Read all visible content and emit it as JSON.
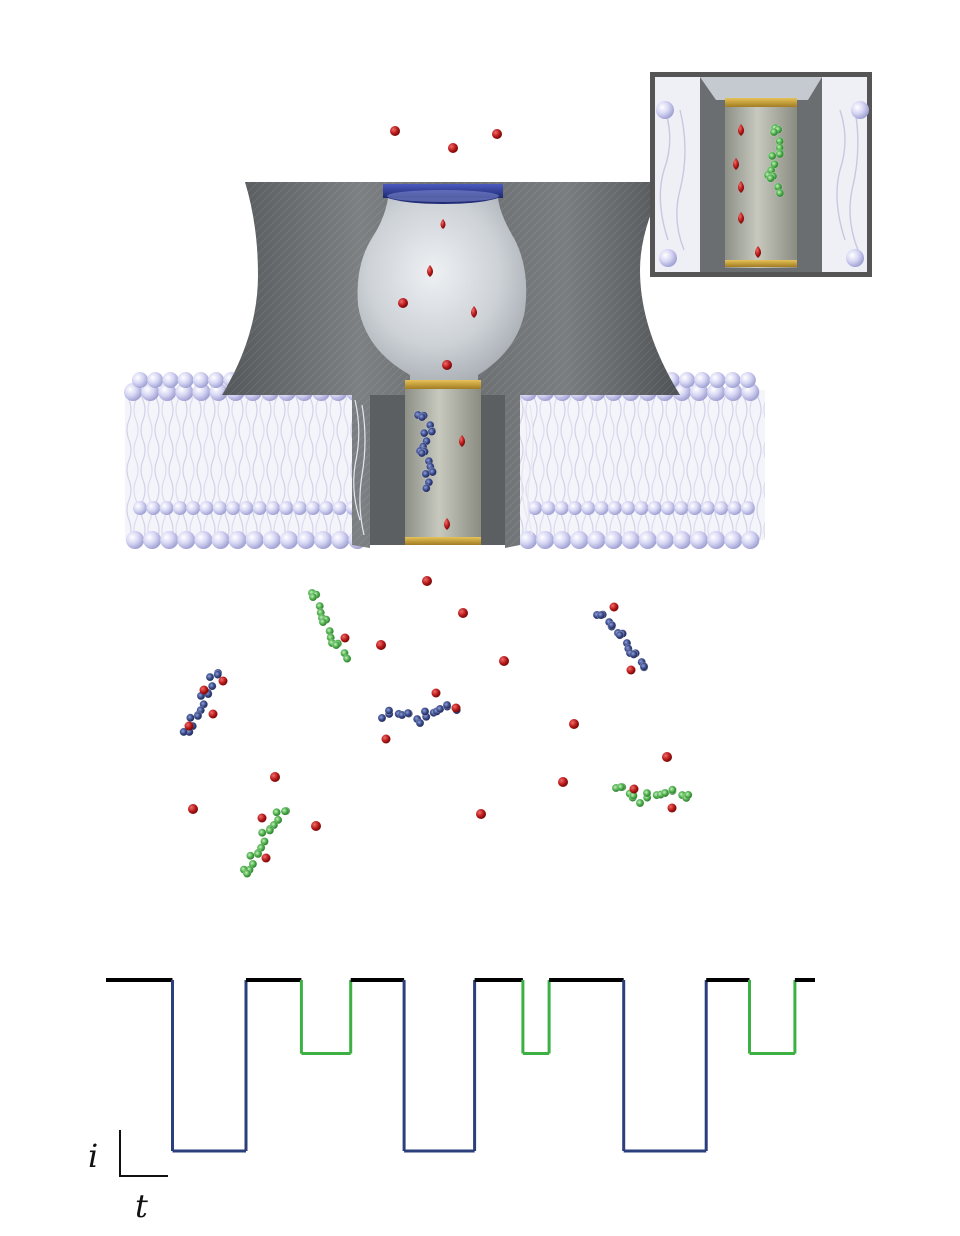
{
  "axis_labels": {
    "current": "i",
    "time": "t"
  },
  "colors": {
    "background": "#ffffff",
    "pore_body": "#6b6e6f",
    "pore_dark": "#4b4e50",
    "vestibule": "#c9ced3",
    "barrel": "#a9ab9f",
    "ring_top": "#2c3a8e",
    "ring_gold": "#c9a23a",
    "lipid_head": "#c8c8ee",
    "lipid_tail": "#dcdcef",
    "ion": "#b01515",
    "analyte_blue": "#35457f",
    "analyte_green": "#4aa84a",
    "trace_open": "#000000",
    "trace_blue": "#2b3f7c",
    "trace_green": "#3cb043"
  },
  "icons": [
    "nanopore-cross-section",
    "lipid-bilayer",
    "ion-particle",
    "blue-analyte-molecule",
    "green-analyte-molecule",
    "inset-pore-view",
    "current-trace"
  ],
  "current_trace": {
    "levels": {
      "open": 1.0,
      "blue_block": 0.0,
      "green_block": 0.57
    },
    "segments": [
      {
        "state": "open",
        "duration": 66
      },
      {
        "state": "blue_block",
        "duration": 73
      },
      {
        "state": "open",
        "duration": 55
      },
      {
        "state": "green_block",
        "duration": 49
      },
      {
        "state": "open",
        "duration": 53
      },
      {
        "state": "blue_block",
        "duration": 70
      },
      {
        "state": "open",
        "duration": 48
      },
      {
        "state": "green_block",
        "duration": 26
      },
      {
        "state": "open",
        "duration": 74
      },
      {
        "state": "blue_block",
        "duration": 82
      },
      {
        "state": "open",
        "duration": 43
      },
      {
        "state": "green_block",
        "duration": 45
      },
      {
        "state": "open",
        "duration": 20
      }
    ]
  }
}
